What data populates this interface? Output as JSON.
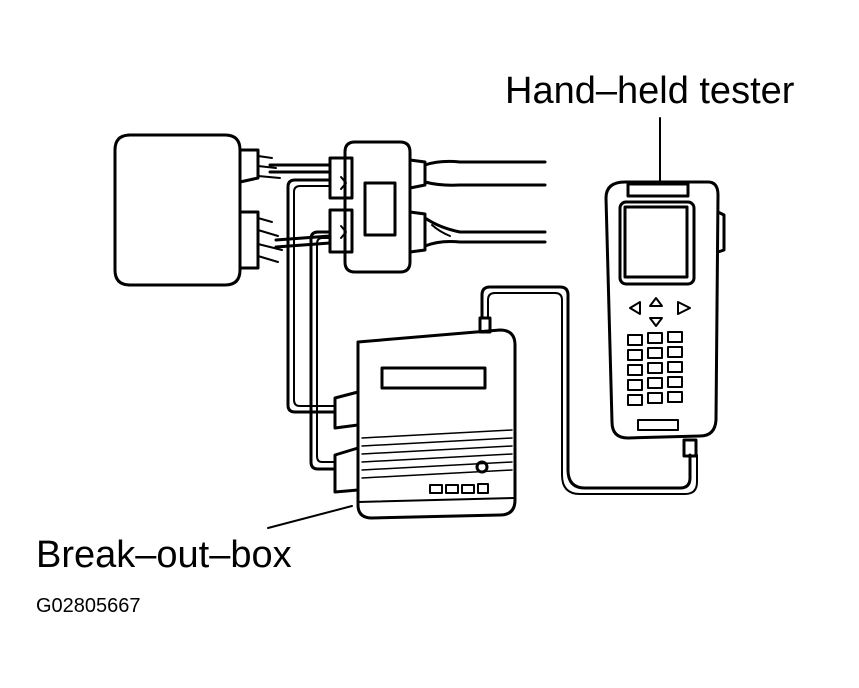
{
  "labels": {
    "hand_held_tester": "Hand–held tester",
    "break_out_box": "Break–out–box",
    "figure_code": "G02805667"
  },
  "colors": {
    "ink": "#000000",
    "paper": "#ffffff"
  }
}
